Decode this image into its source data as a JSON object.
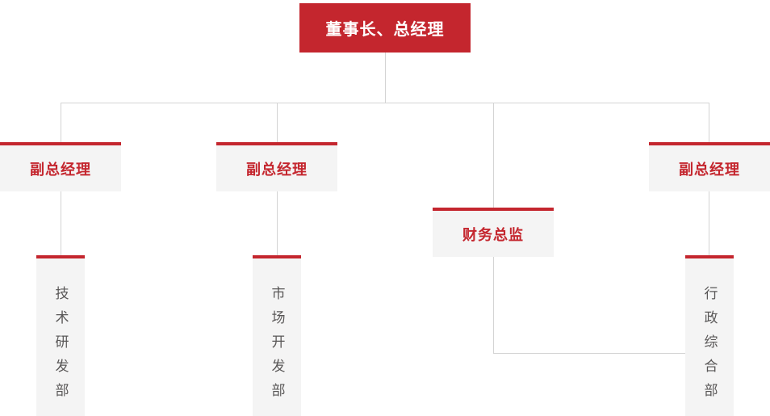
{
  "colors": {
    "accent_red": "#c4262e",
    "node_background": "#f4f4f4",
    "connector_line": "#d4d4d4",
    "department_text": "#595757",
    "root_text": "#ffffff"
  },
  "org": {
    "root": {
      "label": "董事长、总经理"
    },
    "level2": [
      {
        "label": "副总经理"
      },
      {
        "label": "副总经理"
      },
      {
        "label": "财务总监"
      },
      {
        "label": "副总经理"
      }
    ],
    "departments": [
      {
        "label": "技术研发部"
      },
      {
        "label": "市场开发部"
      },
      {
        "label": "行政综合部"
      }
    ]
  }
}
